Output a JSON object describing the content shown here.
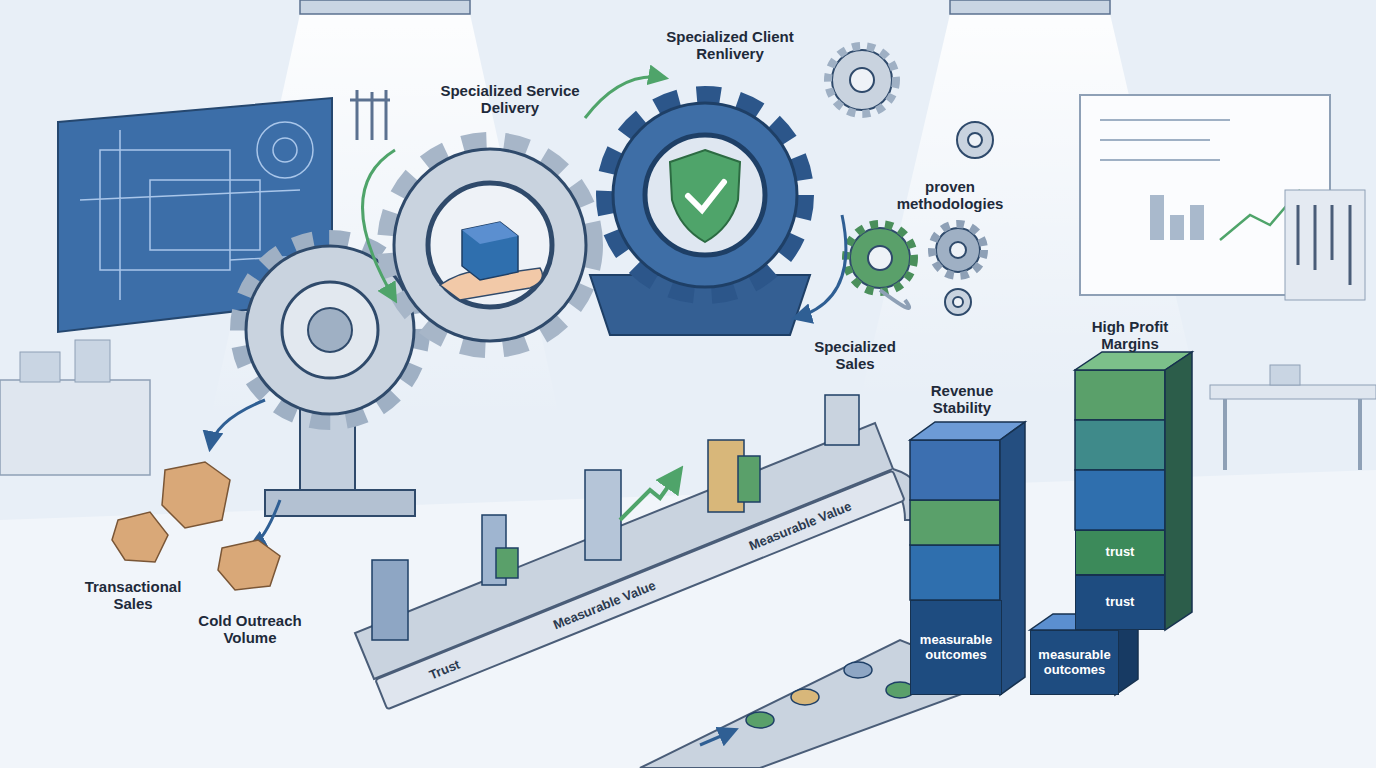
{
  "diagram": {
    "nodes": [
      {
        "text": [
          "Trust",
          "Measurable Value",
          "Measurable Value"
        ]
      },
      {
        "text": [
          "measurable outcomes"
        ]
      },
      {
        "text": [
          "measurable outcomes"
        ]
      },
      {
        "text": [
          "trust"
        ]
      },
      {
        "text": [
          "trust"
        ]
      }
    ],
    "labels": [
      "Specialized Service Delivery",
      "Specialized Client Renlivery",
      "proven methodologies",
      "Specialized Sales",
      "High Profit Margins",
      "Revenue Stability",
      "Transactional Sales",
      "Cold Outreach Volume"
    ]
  }
}
